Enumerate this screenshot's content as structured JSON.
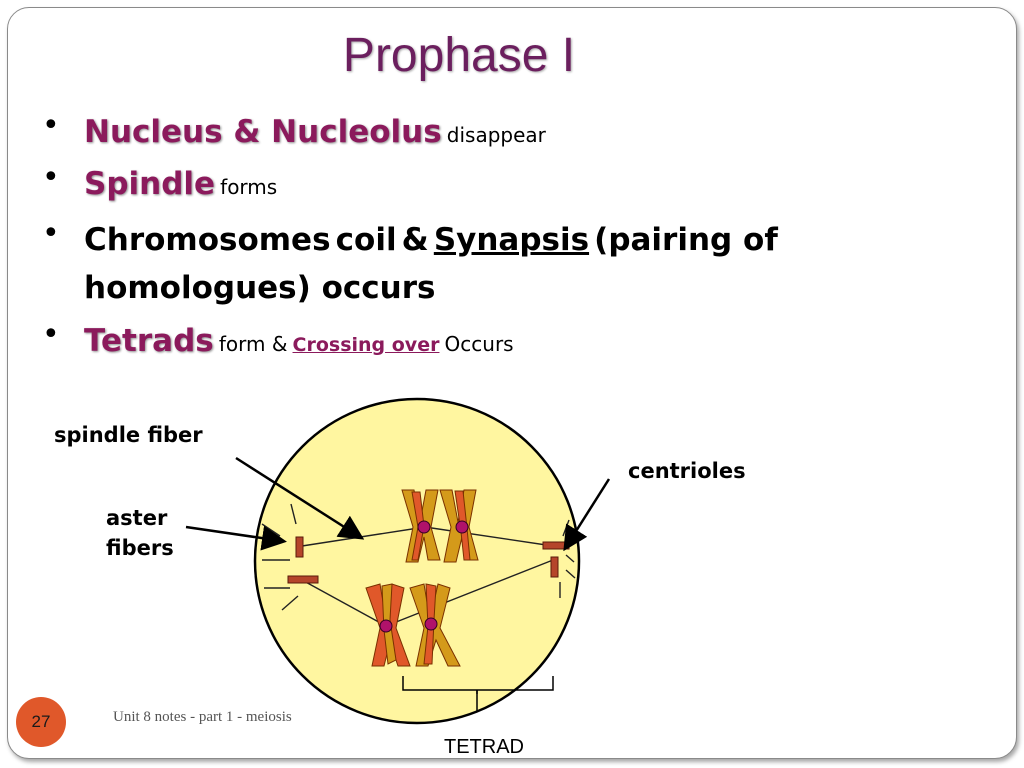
{
  "slide": {
    "title": "Prophase I",
    "bullets": {
      "b1_main": "Nucleus & Nucleolus",
      "b1_tail": "disappear",
      "b2_main": "Spindle",
      "b2_tail": "forms",
      "b3_a": "Chromosomes",
      "b3_coil": "coil",
      "b3_amp": "&",
      "b3_synapsis": "Synapsis",
      "b3_rest": "(pairing of homologues) occurs",
      "b4_main": "Tetrads",
      "b4_form": "form &",
      "b4_crossing": "Crossing over",
      "b4_occurs": "Occurs"
    },
    "bullet_glyph": "•"
  },
  "diagram": {
    "labels": {
      "spindle_fiber": "spindle fiber",
      "aster_fibers_1": "aster",
      "aster_fibers_2": "fibers",
      "centrioles": "centrioles",
      "tetrad": "TETRAD"
    },
    "colors": {
      "cell_fill": "#fff6a0",
      "chromosome_orange": "#e0582a",
      "chromosome_gold": "#d49a1a",
      "centromere": "#b0126a",
      "centriole": "#b5452a"
    }
  },
  "footer": {
    "page_number": "27",
    "text": "Unit 8 notes - part 1 - meiosis"
  }
}
